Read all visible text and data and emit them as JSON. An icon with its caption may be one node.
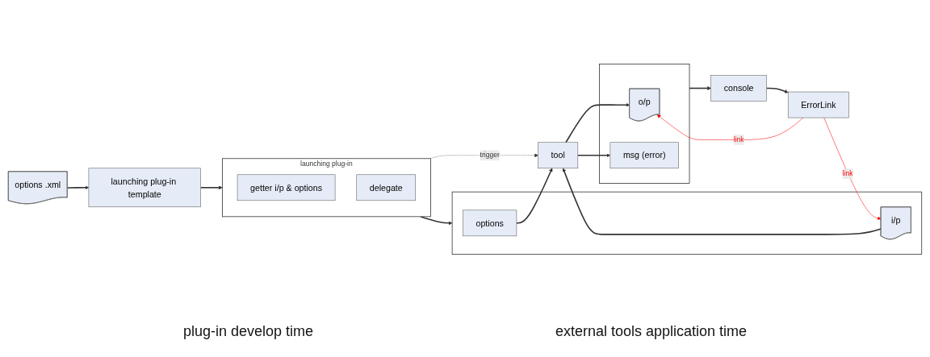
{
  "diagram": {
    "nodes": [
      {
        "text": [
          "options .xml"
        ]
      },
      {
        "text": [
          "launching plug-in"
        ]
      },
      {
        "text": [
          "getter i/p & options"
        ],
        "in": 1
      },
      {
        "text": [
          "delegate"
        ],
        "in": 1
      },
      {
        "text": [
          "launching plug-in template"
        ]
      },
      {
        "text": [],
        "shape": "box"
      },
      {
        "text": [
          "options"
        ],
        "in": 5
      },
      {
        "text": [
          "i/p"
        ],
        "in": 5
      },
      {
        "text": [
          "tool"
        ]
      },
      {
        "text": [],
        "shape": "box"
      },
      {
        "text": [
          "o/p"
        ],
        "in": 9
      },
      {
        "text": [
          "msg (error)"
        ],
        "in": 9
      },
      {
        "text": [
          "console"
        ]
      },
      {
        "text": [
          "ErrorLink"
        ]
      }
    ],
    "edges": [
      {
        "from": 0,
        "to": 4,
        "arrow": "to"
      },
      {
        "from": 4,
        "to": 1,
        "arrow": "to"
      },
      {
        "from": 1,
        "to": 5,
        "arrow": "to"
      },
      {
        "from": 1,
        "to": 8,
        "arrow": "to",
        "style": "dashed",
        "label": "trigger"
      },
      {
        "from": 6,
        "to": 8,
        "arrow": "to"
      },
      {
        "from": 7,
        "to": 8,
        "arrow": "to"
      },
      {
        "from": 8,
        "to": 10,
        "arrow": "to"
      },
      {
        "from": 8,
        "to": 11,
        "arrow": "to"
      },
      {
        "from": 9,
        "to": 12,
        "arrow": "to"
      },
      {
        "from": 12,
        "to": 13,
        "arrow": "to"
      },
      {
        "from": 13,
        "to": 10,
        "arrow": "to",
        "label": "link",
        "color": "#ff0000"
      },
      {
        "from": 13,
        "to": 7,
        "arrow": "to",
        "label": "link",
        "color": "#ff0000"
      }
    ],
    "labels": [
      "plug-in develop time",
      "external tools application time"
    ]
  }
}
